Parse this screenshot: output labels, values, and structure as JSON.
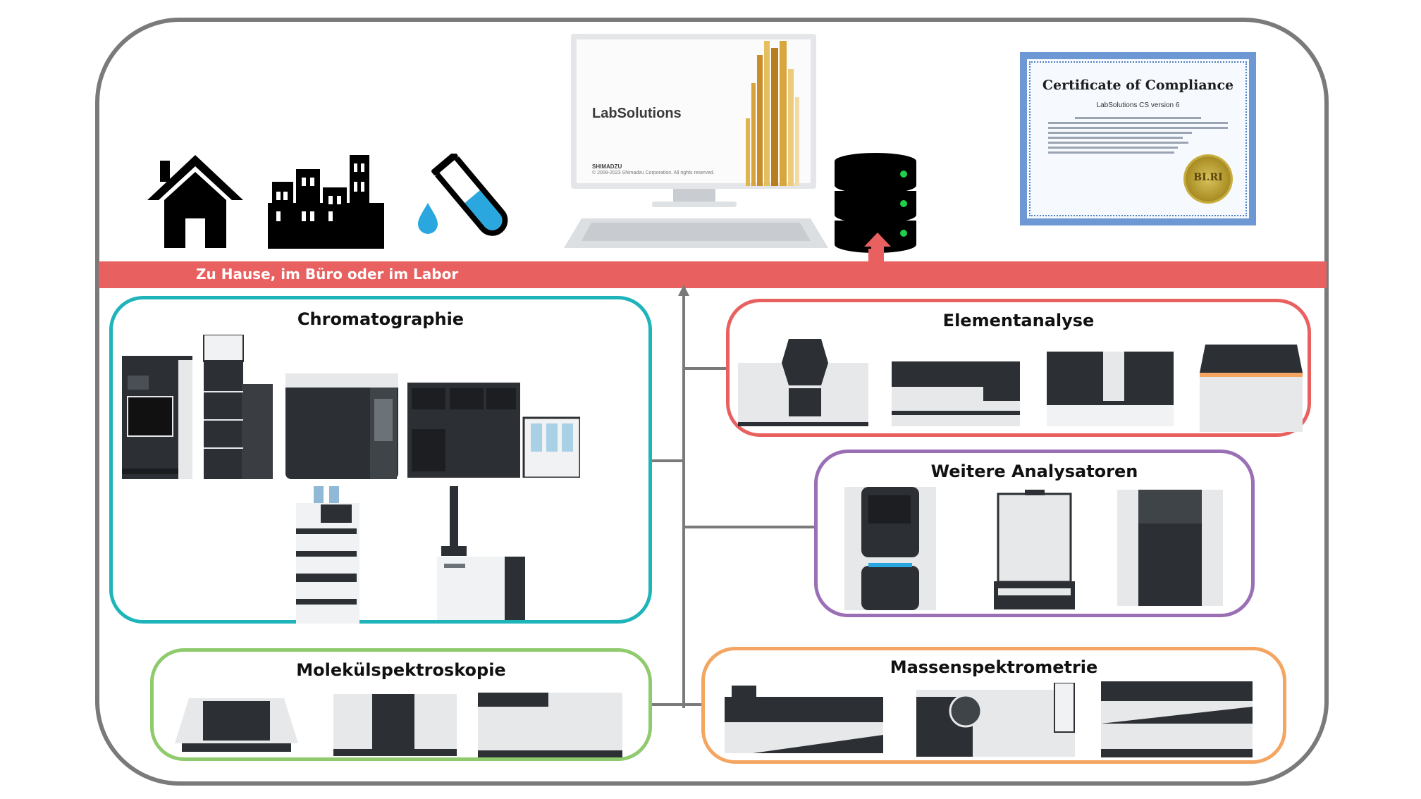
{
  "banner": {
    "text": "Zu Hause, im Büro oder im Labor"
  },
  "software": {
    "title": "LabSolutions",
    "brand": "SHIMADZU",
    "copyright": "© 2008-2023 Shimadzu Corporation. All rights reserved."
  },
  "certificate": {
    "title": "Certificate of Compliance",
    "subtitle": "LabSolutions CS version 6",
    "seal": "BI.RI"
  },
  "groups": {
    "chromatography": {
      "title": "Chromatographie",
      "color": "#1fb4b9"
    },
    "element": {
      "title": "Elementanalyse",
      "color": "#e8605f"
    },
    "other": {
      "title": "Weitere Analysatoren",
      "color": "#9b6fb5"
    },
    "molecular": {
      "title": "Molekülspektroskopie",
      "color": "#8fcb6d"
    },
    "mass": {
      "title": "Massenspektrometrie",
      "color": "#f4a561"
    }
  },
  "icons": [
    "house-icon",
    "factory-icon",
    "test-tube-icon",
    "database-icon"
  ],
  "colors": {
    "accent": "#e8605f",
    "line": "#7a7a7a",
    "device_dark": "#2c2f33",
    "device_light": "#e6e8ea"
  }
}
